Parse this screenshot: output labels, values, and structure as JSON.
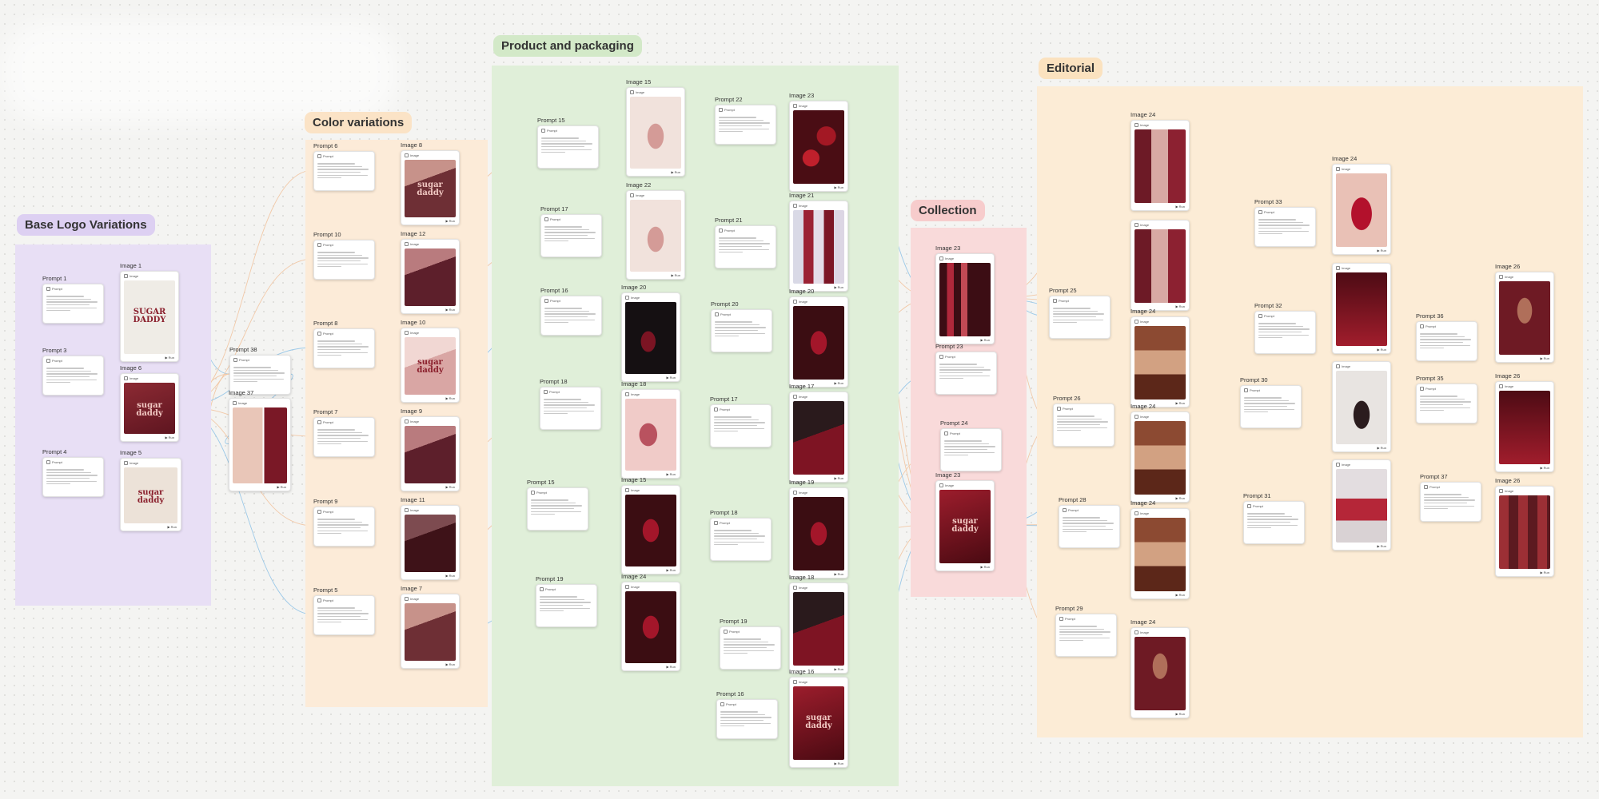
{
  "canvas": {
    "sections": [
      {
        "key": "base",
        "label": "Base Logo Variations",
        "bg": "#e8dff5",
        "labelBg": "#ddd0f2"
      },
      {
        "key": "color",
        "label": "Color variations",
        "bg": "#fcebd8",
        "labelBg": "#fbe3c6"
      },
      {
        "key": "product",
        "label": "Product and packaging",
        "bg": "#e0efd9",
        "labelBg": "#d3e9c8"
      },
      {
        "key": "collection",
        "label": "Collection",
        "bg": "#f9dada",
        "labelBg": "#f7cccc"
      },
      {
        "key": "editorial",
        "label": "Editorial",
        "bg": "#fcecd6",
        "labelBg": "#fbe2bf"
      }
    ],
    "node_header": {
      "prompt": "Prompt",
      "image": "Image",
      "run": "Run"
    },
    "nodes": [
      {
        "id": "p1",
        "type": "prompt",
        "title": "Prompt 1"
      },
      {
        "id": "p3",
        "type": "prompt",
        "title": "Prompt 3"
      },
      {
        "id": "p4",
        "type": "prompt",
        "title": "Prompt 4"
      },
      {
        "id": "i1",
        "type": "image",
        "title": "Image 1",
        "art": "logo-cream",
        "text": "SUGAR DADDY"
      },
      {
        "id": "i6",
        "type": "image",
        "title": "Image 6",
        "art": "logo-wine",
        "text": "sugar daddy"
      },
      {
        "id": "i5",
        "type": "image",
        "title": "Image 5",
        "art": "logo-beige",
        "text": "sugar daddy"
      },
      {
        "id": "p38",
        "type": "prompt",
        "title": "Prompt 38"
      },
      {
        "id": "i37",
        "type": "image",
        "title": "Image 37",
        "art": "palette"
      },
      {
        "id": "p6",
        "type": "prompt",
        "title": "Prompt 6"
      },
      {
        "id": "p10",
        "type": "prompt",
        "title": "Prompt 10"
      },
      {
        "id": "p8",
        "type": "prompt",
        "title": "Prompt 8"
      },
      {
        "id": "p7",
        "type": "prompt",
        "title": "Prompt 7"
      },
      {
        "id": "p9",
        "type": "prompt",
        "title": "Prompt 9"
      },
      {
        "id": "p5",
        "type": "prompt",
        "title": "Prompt 5"
      },
      {
        "id": "i8",
        "type": "image",
        "title": "Image 8",
        "art": "box-mauve",
        "text": "sugar daddy"
      },
      {
        "id": "i12",
        "type": "image",
        "title": "Image 12",
        "art": "box-plum",
        "text": ""
      },
      {
        "id": "i10",
        "type": "image",
        "title": "Image 10",
        "art": "box-pink",
        "text": "sugar daddy"
      },
      {
        "id": "i9",
        "type": "image",
        "title": "Image 9",
        "art": "box-plum",
        "text": ""
      },
      {
        "id": "i11",
        "type": "image",
        "title": "Image 11",
        "art": "box-dark",
        "text": ""
      },
      {
        "id": "i7",
        "type": "image",
        "title": "Image 7",
        "art": "box-mauve",
        "text": ""
      },
      {
        "id": "p15a",
        "type": "prompt",
        "title": "Prompt 15"
      },
      {
        "id": "p17",
        "type": "prompt",
        "title": "Prompt 17"
      },
      {
        "id": "p16",
        "type": "prompt",
        "title": "Prompt 16"
      },
      {
        "id": "p18",
        "type": "prompt",
        "title": "Prompt 18"
      },
      {
        "id": "p15b",
        "type": "prompt",
        "title": "Prompt 15"
      },
      {
        "id": "p19",
        "type": "prompt",
        "title": "Prompt 19"
      },
      {
        "id": "i15a",
        "type": "image",
        "title": "Image 15",
        "art": "bottle-pink"
      },
      {
        "id": "i22a",
        "type": "image",
        "title": "Image 22",
        "art": "bottle-pink"
      },
      {
        "id": "i20a",
        "type": "image",
        "title": "Image 20",
        "art": "bottle-black"
      },
      {
        "id": "i18",
        "type": "image",
        "title": "Image 18",
        "art": "bottle-rose"
      },
      {
        "id": "i15b",
        "type": "image",
        "title": "Image 15",
        "art": "bottle-red"
      },
      {
        "id": "i24a",
        "type": "image",
        "title": "Image 24",
        "art": "bottle-red"
      },
      {
        "id": "p22",
        "type": "prompt",
        "title": "Prompt 22"
      },
      {
        "id": "p21",
        "type": "prompt",
        "title": "Prompt 21"
      },
      {
        "id": "p20",
        "type": "prompt",
        "title": "Prompt 20"
      },
      {
        "id": "p17b",
        "type": "prompt",
        "title": "Prompt 17"
      },
      {
        "id": "p18b",
        "type": "prompt",
        "title": "Prompt 18"
      },
      {
        "id": "p19b",
        "type": "prompt",
        "title": "Prompt 19"
      },
      {
        "id": "p16b",
        "type": "prompt",
        "title": "Prompt 16"
      },
      {
        "id": "i23a",
        "type": "image",
        "title": "Image 23",
        "art": "spheres"
      },
      {
        "id": "i21",
        "type": "image",
        "title": "Image 21",
        "art": "tubes"
      },
      {
        "id": "i20b",
        "type": "image",
        "title": "Image 20",
        "art": "bottle-red"
      },
      {
        "id": "i17",
        "type": "image",
        "title": "Image 17",
        "art": "box-black"
      },
      {
        "id": "i19",
        "type": "image",
        "title": "Image 19",
        "art": "bottle-red"
      },
      {
        "id": "i18b",
        "type": "image",
        "title": "Image 18",
        "art": "box-black"
      },
      {
        "id": "i16",
        "type": "image",
        "title": "Image 16",
        "art": "box-red",
        "text": "sugar daddy"
      },
      {
        "id": "i23b",
        "type": "image",
        "title": "Image 23",
        "art": "lipsticks"
      },
      {
        "id": "p23",
        "type": "prompt",
        "title": "Prompt 23"
      },
      {
        "id": "p24",
        "type": "prompt",
        "title": "Prompt 24"
      },
      {
        "id": "i23c",
        "type": "image",
        "title": "Image 23",
        "art": "box-red",
        "text": "sugar daddy"
      },
      {
        "id": "p25",
        "type": "prompt",
        "title": "Prompt 25"
      },
      {
        "id": "p26",
        "type": "prompt",
        "title": "Prompt 26"
      },
      {
        "id": "p28",
        "type": "prompt",
        "title": "Prompt 28"
      },
      {
        "id": "p29",
        "type": "prompt",
        "title": "Prompt 29"
      },
      {
        "id": "e24a",
        "type": "image",
        "title": "Image 24",
        "art": "collage"
      },
      {
        "id": "e24b",
        "type": "image",
        "title": "",
        "art": "collage"
      },
      {
        "id": "e24c",
        "type": "image",
        "title": "Image 24",
        "art": "collage-warm"
      },
      {
        "id": "e24d",
        "type": "image",
        "title": "Image 24",
        "art": "collage-warm"
      },
      {
        "id": "e24e",
        "type": "image",
        "title": "Image 24",
        "art": "collage-warm"
      },
      {
        "id": "e24f",
        "type": "image",
        "title": "Image 24",
        "art": "portrait"
      },
      {
        "id": "p33",
        "type": "prompt",
        "title": "Prompt 33"
      },
      {
        "id": "p32",
        "type": "prompt",
        "title": "Prompt 32"
      },
      {
        "id": "p30",
        "type": "prompt",
        "title": "Prompt 30"
      },
      {
        "id": "p31",
        "type": "prompt",
        "title": "Prompt 31"
      },
      {
        "id": "e24g",
        "type": "image",
        "title": "Image 24",
        "art": "lips"
      },
      {
        "id": "e24h",
        "type": "image",
        "title": "",
        "art": "poster"
      },
      {
        "id": "e24i",
        "type": "image",
        "title": "",
        "art": "person-light"
      },
      {
        "id": "e24j",
        "type": "image",
        "title": "",
        "art": "store"
      },
      {
        "id": "p36",
        "type": "prompt",
        "title": "Prompt 36"
      },
      {
        "id": "p35",
        "type": "prompt",
        "title": "Prompt 35"
      },
      {
        "id": "p37",
        "type": "prompt",
        "title": "Prompt 37"
      },
      {
        "id": "e26a",
        "type": "image",
        "title": "Image 26",
        "art": "portrait"
      },
      {
        "id": "e26b",
        "type": "image",
        "title": "Image 26",
        "art": "poster"
      },
      {
        "id": "e26c",
        "type": "image",
        "title": "Image 26",
        "art": "grid-faces"
      }
    ]
  }
}
